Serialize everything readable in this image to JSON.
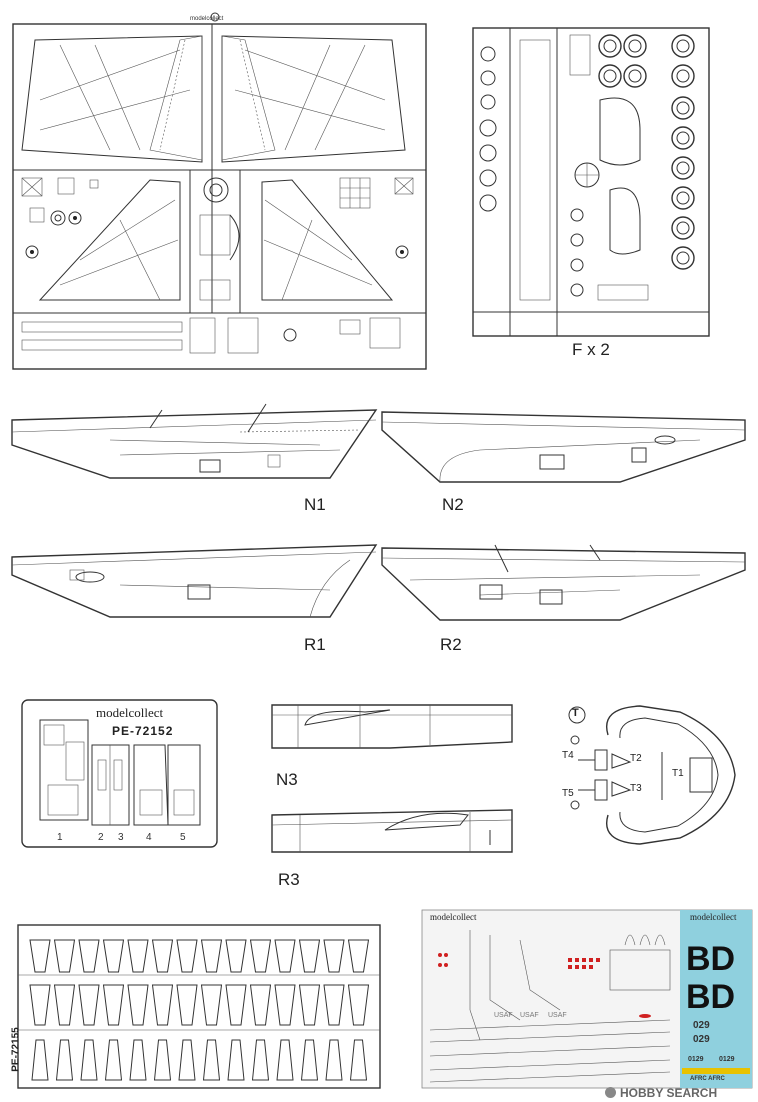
{
  "labels": {
    "sprue_f": "F x 2",
    "n1": "N1",
    "n2": "N2",
    "r1": "R1",
    "r2": "R2",
    "n3": "N3",
    "r3": "R3",
    "t_circle": "T",
    "t1": "T1",
    "t2": "T2",
    "t3": "T3",
    "t4": "T4",
    "t5": "T5"
  },
  "photoetch": {
    "brand": "modelcollect",
    "code": "PE-72152",
    "parts": [
      "1",
      "2",
      "3",
      "4",
      "5"
    ]
  },
  "photoetch2": {
    "code": "PE-72155"
  },
  "decal": {
    "brand": "modelcollect",
    "tail_letters_1": "BD",
    "tail_letters_2": "BD",
    "serial_1": "029",
    "serial_2": "029",
    "serial_3": "0129",
    "serial_4": "0129",
    "afrc": "AFRC  AFRC",
    "usaf": [
      "USAF",
      "USAF",
      "USAF"
    ]
  },
  "watermark": "HOBBY SEARCH",
  "colors": {
    "decal_blue": "#8fd0de",
    "decal_stripe_yellow": "#e8c200",
    "decal_red": "#d02020"
  }
}
